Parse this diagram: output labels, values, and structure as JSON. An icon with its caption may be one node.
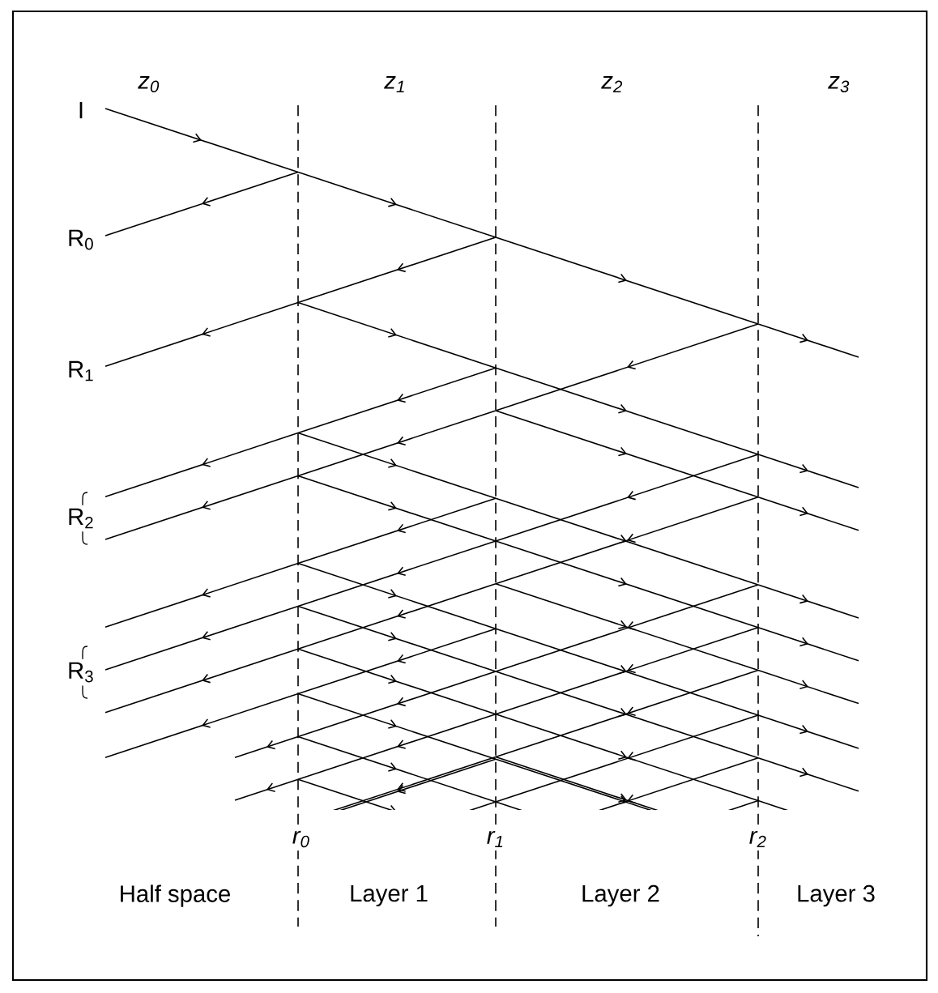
{
  "diagram": {
    "labels": [
      "z$_{0}$",
      "z$_{1}$",
      "z$_{2}$",
      "z$_{3}$",
      "I",
      "R$_{0}$",
      "R$_{1}$",
      "R$_{2}$",
      "R$_{3}$",
      "r$_{0}$",
      "r$_{1}$",
      "r$_{2}$",
      "Half space",
      "Layer 1",
      "Layer 2",
      "Layer 3"
    ]
  }
}
